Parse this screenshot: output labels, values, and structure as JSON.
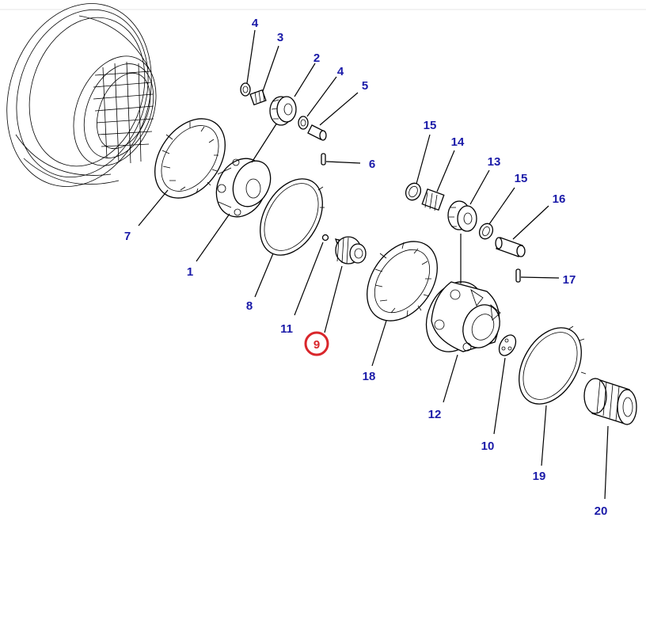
{
  "diagram": {
    "labels": {
      "p1": "1",
      "p2": "2",
      "p3": "3",
      "p4a": "4",
      "p4b": "4",
      "p5": "5",
      "p6": "6",
      "p7": "7",
      "p8": "8",
      "p9": "9",
      "p10": "10",
      "p11": "11",
      "p12": "12",
      "p13": "13",
      "p14": "14",
      "p15a": "15",
      "p15b": "15",
      "p16": "16",
      "p17": "17",
      "p18": "18",
      "p19": "19",
      "p20": "20"
    },
    "highlighted_part": "9",
    "colors": {
      "label": "#1a1aa8",
      "highlight": "#d9262b",
      "line": "#000000"
    }
  }
}
